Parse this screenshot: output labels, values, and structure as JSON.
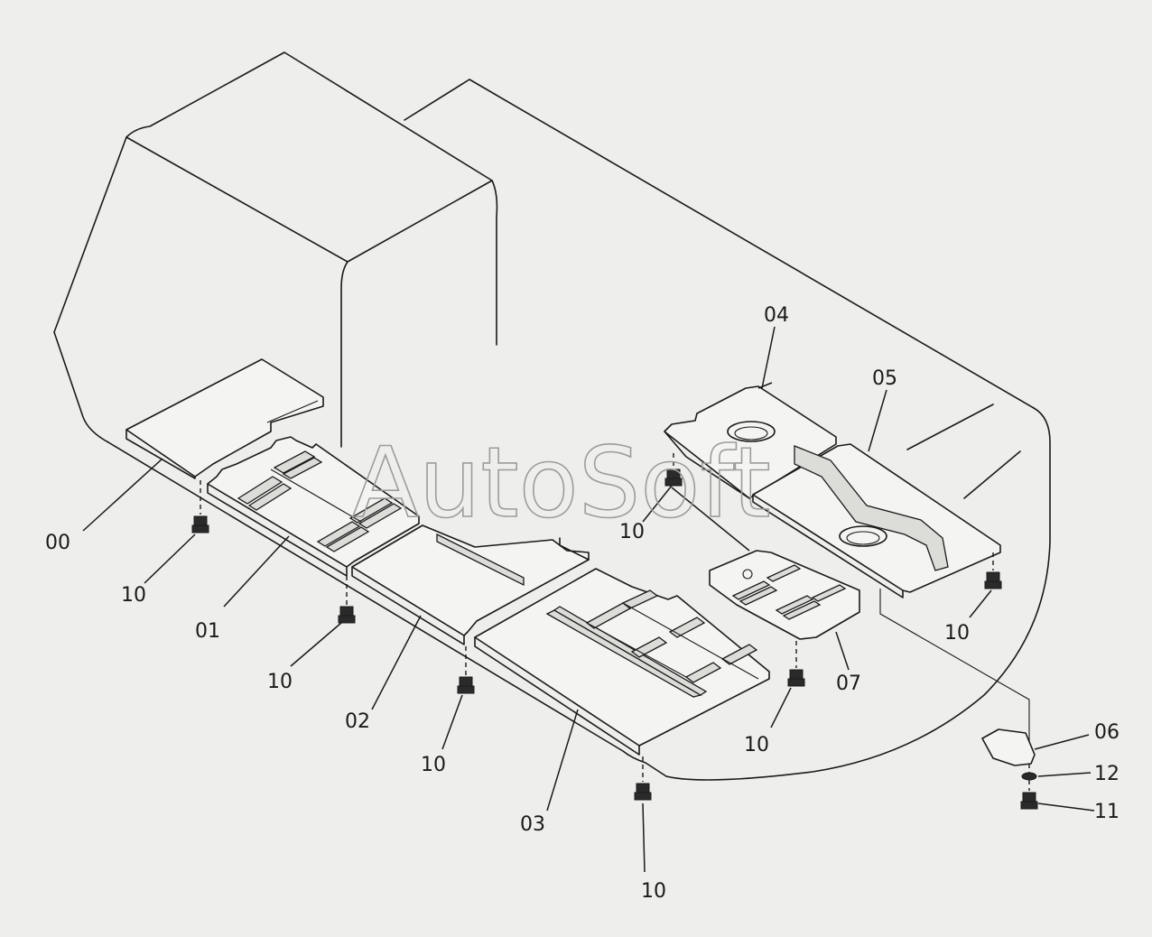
{
  "watermark": "AutoSoft",
  "callouts": {
    "p00": "00",
    "p01": "01",
    "p02": "02",
    "p03": "03",
    "p04": "04",
    "p05": "05",
    "p06": "06",
    "p07": "07",
    "p10a": "10",
    "p10b": "10",
    "p10c": "10",
    "p10d": "10",
    "p10e": "10",
    "p10f": "10",
    "p10g": "10",
    "p11": "11",
    "p12": "12"
  }
}
